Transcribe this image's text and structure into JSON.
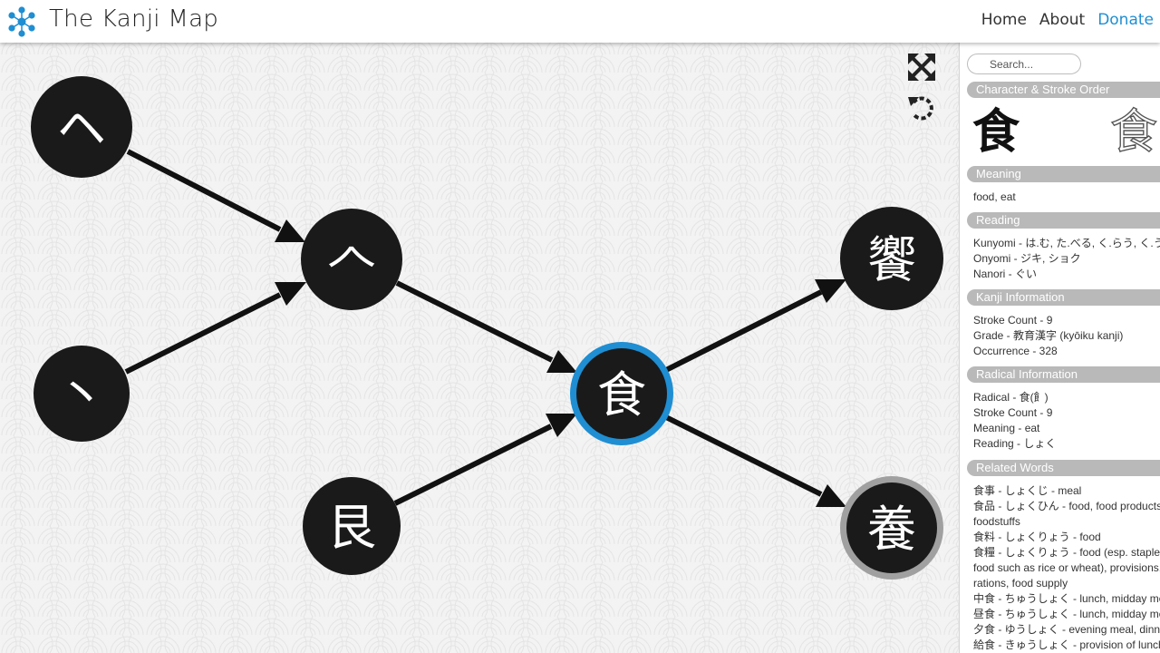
{
  "header": {
    "title": "The Kanji Map",
    "nav": {
      "home": "Home",
      "about": "About",
      "donate": "Donate"
    },
    "accent_color": "#1f8ed2"
  },
  "graph": {
    "tools": {
      "fullscreen_icon": "expand-arrows-icon",
      "reset_icon": "rotate-reset-icon"
    },
    "nodes": [
      {
        "id": "n-he",
        "label": "ヘ",
        "state": "normal"
      },
      {
        "id": "n-hito",
        "label": "𠆢",
        "state": "normal"
      },
      {
        "id": "n-ten",
        "label": "丶",
        "state": "normal"
      },
      {
        "id": "n-shoku",
        "label": "食",
        "state": "selected"
      },
      {
        "id": "n-kyou",
        "label": "饗",
        "state": "normal"
      },
      {
        "id": "n-kon",
        "label": "艮",
        "state": "normal"
      },
      {
        "id": "n-you",
        "label": "養",
        "state": "hovered"
      }
    ],
    "selected_ring_color": "#1f8ed2",
    "hover_ring_color": "#a0a0a0"
  },
  "sidebar": {
    "search_placeholder": "Search...",
    "stroke_section": {
      "title": "Character & Stroke Order",
      "character": "食",
      "stroke_partial": "食"
    },
    "meaning": {
      "title": "Meaning",
      "text": "food, eat"
    },
    "reading": {
      "title": "Reading",
      "lines": [
        "Kunyomi - は.む, た.べる, く.らう, く.う",
        "Onyomi - ジキ, ショク",
        "Nanori - ぐい"
      ]
    },
    "kanji_info": {
      "title": "Kanji Information",
      "lines": [
        "Stroke Count - 9",
        "Grade - 教育漢字 (kyōiku kanji)",
        "Occurrence - 328"
      ]
    },
    "radical_info": {
      "title": "Radical Information",
      "lines": [
        "Radical - 食(飠)",
        "Stroke Count - 9",
        "Meaning - eat",
        "Reading - しょく"
      ]
    },
    "related_words": {
      "title": "Related Words",
      "lines": [
        "食事 - しょくじ - meal",
        "食品 - しょくひん - food, food products,",
        "foodstuffs",
        "食料 - しょくりょう - food",
        "食糧 - しょくりょう - food (esp. staple",
        "food such as rice or wheat), provisions,",
        "rations, food supply",
        "中食 - ちゅうしょく - lunch, midday meal",
        "昼食 - ちゅうしょく - lunch, midday meal",
        "夕食 - ゆうしょく - evening meal, dinner",
        "給食 - きゅうしょく - provision of lunch"
      ]
    }
  }
}
